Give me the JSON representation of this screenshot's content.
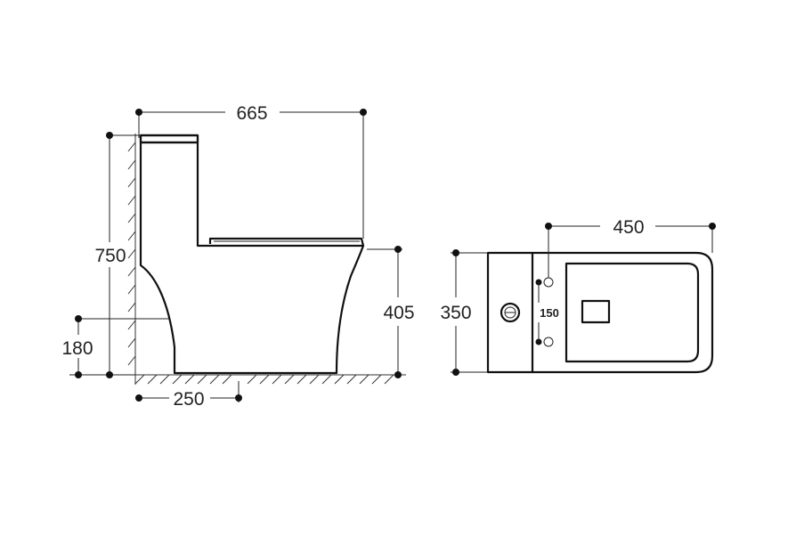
{
  "dimensions": {
    "side_width": "665",
    "side_height": "750",
    "seat_height": "405",
    "outlet_height": "180",
    "outlet_distance": "250",
    "top_length": "450",
    "top_width": "350",
    "hole_spacing": "150"
  }
}
